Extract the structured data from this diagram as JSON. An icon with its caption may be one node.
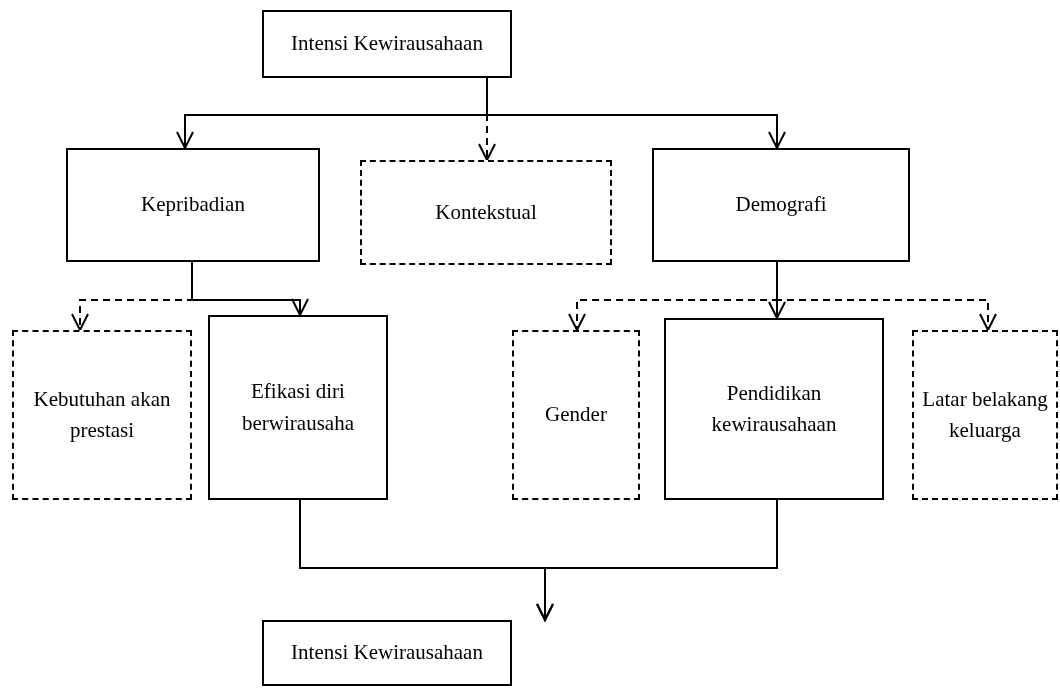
{
  "diagram": {
    "nodes": [
      {
        "text": [
          "Intensi Kewirausahaan"
        ]
      },
      {
        "text": [
          "Kepribadian"
        ]
      },
      {
        "text": [
          "Kontekstual"
        ]
      },
      {
        "text": [
          "Demografi"
        ]
      },
      {
        "text": [
          "Kebutuhan akan prestasi"
        ]
      },
      {
        "text": [
          "Efikasi diri berwirausaha"
        ]
      },
      {
        "text": [
          "Gender"
        ]
      },
      {
        "text": [
          "Pendidikan kewirausahaan"
        ]
      },
      {
        "text": [
          "Latar belakang keluarga"
        ]
      },
      {
        "text": [
          "Intensi Kewirausahaan"
        ]
      }
    ],
    "edges": [
      {
        "from": 0,
        "to": 1,
        "arrow": "to"
      },
      {
        "from": 0,
        "to": 2,
        "arrow": "to",
        "style": "dashed"
      },
      {
        "from": 0,
        "to": 3,
        "arrow": "to"
      },
      {
        "from": 1,
        "to": 4,
        "arrow": "to",
        "style": "dashed"
      },
      {
        "from": 1,
        "to": 5,
        "arrow": "to"
      },
      {
        "from": 3,
        "to": 6,
        "arrow": "to",
        "style": "dashed"
      },
      {
        "from": 3,
        "to": 7,
        "arrow": "to"
      },
      {
        "from": 3,
        "to": 8,
        "arrow": "to",
        "style": "dashed"
      },
      {
        "from": 5,
        "to": 9,
        "arrow": "to"
      },
      {
        "from": 7,
        "to": 9,
        "arrow": "to"
      }
    ]
  }
}
